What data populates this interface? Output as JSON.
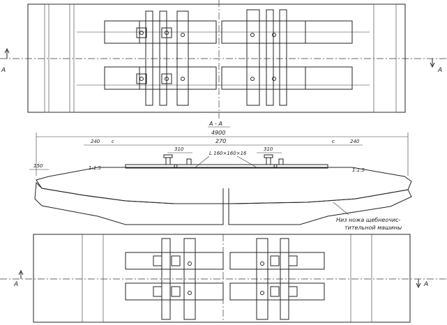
{
  "section_label": "A - A",
  "section_marker_left": "A",
  "section_marker_right": "A",
  "dimensions": {
    "overall": "4900",
    "inner": "270",
    "side_left": "240",
    "side_right": "240",
    "c_left": "c",
    "c_right": "c",
    "rail_gap_left": "310",
    "rail_gap_right": "310",
    "left_offset": "150",
    "slope_left": "1:1.5",
    "slope_right": "1:1.5"
  },
  "angle_label": "L 160×160×16",
  "note_line1": "Низ ножа щебнеочис-",
  "note_line2": "тительной машины"
}
